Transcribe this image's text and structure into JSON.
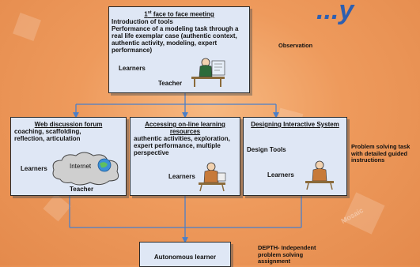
{
  "background_title": "...y",
  "top_box": {
    "title_pre": "1",
    "title_sup": "st",
    "title_post": " face to face meeting",
    "line1": "Introduction of tools",
    "line2": "Performance of a modeling task through a real life exemplar case (authentic context, authentic activity, modeling, expert performance)",
    "learners": "Learners",
    "teacher": "Teacher"
  },
  "observation": "Observation",
  "left_box": {
    "title": "Web discussion forum",
    "body": "coaching, scaffolding, reflection, articulation",
    "learners": "Learners",
    "internet": "Internet",
    "teacher": "Teacher"
  },
  "middle_box": {
    "title": "Accessing on-line learning resources",
    "body": "authentic activities, exploration, expert performance, multiple perspective",
    "learners": "Learners"
  },
  "right_box": {
    "title": "Designing  Interactive System",
    "body": "Design Tools",
    "learners": "Learners"
  },
  "problem_solving": "Problem solving task with detailed guided instructions",
  "bottom_box": {
    "label": "Autonomous learner"
  },
  "depth_note": "DEPTH- Independent problem solving assignment",
  "watermark": "Mosaic",
  "colors": {
    "box_fill": "#dfe7f5",
    "arrow": "#4a7fc9",
    "background": "#ee9a5c"
  }
}
